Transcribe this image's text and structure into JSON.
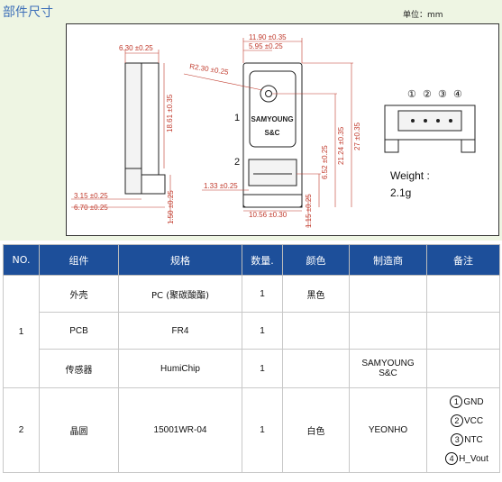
{
  "section_title": "部件尺寸",
  "unit_label": "单位：mm",
  "drawing": {
    "dims": {
      "d1": "6.30 ±0.25",
      "d2": "18.61 ±0.35",
      "d3": "3.15 ±0.25",
      "d4": "6.70 ±0.25",
      "d5": "1.50 ±0.25",
      "d6": "11.90 ±0.35",
      "d7": "5.95 ±0.25",
      "d8": "R2.30 ±0.25",
      "d9": "27 ±0.35",
      "d10": "21.24 ±0.35",
      "d11": "6.52 ±0.25",
      "d12": "1.33 ±0.25",
      "d13": "10.56 ±0.30",
      "d14": "1.15 ±0.25"
    },
    "callout_1": "1",
    "callout_2": "2",
    "logo_brand": "SAMYOUNG",
    "logo_sub": "S&C",
    "pin_labels": [
      "①",
      "②",
      "③",
      "④"
    ],
    "weight_label": "Weight :",
    "weight_value": "2.1g"
  },
  "table": {
    "headers": [
      "NO.",
      "组件",
      "规格",
      "数量.",
      "颜色",
      "制造商",
      "备注"
    ],
    "rows": [
      {
        "no": "1",
        "component": "外壳",
        "spec": "PC (聚碳酸酯)",
        "qty": "1",
        "color": "黑色",
        "maker": "",
        "remark": ""
      },
      {
        "no": "",
        "component": "PCB",
        "spec": "FR4",
        "qty": "1",
        "color": "",
        "maker": "",
        "remark": ""
      },
      {
        "no": "",
        "component": "传感器",
        "spec": "HumiChip",
        "qty": "1",
        "color": "",
        "maker_line1": "SAMYOUNG",
        "maker_line2": "S&C",
        "remark": ""
      },
      {
        "no": "2",
        "component": "晶圆",
        "spec": "15001WR-04",
        "qty": "1",
        "color": "白色",
        "maker": "YEONHO",
        "remarks": [
          {
            "num": "1",
            "text": "GND"
          },
          {
            "num": "2",
            "text": "VCC"
          },
          {
            "num": "3",
            "text": "NTC"
          },
          {
            "num": "4",
            "text": "H_Vout"
          }
        ]
      }
    ]
  }
}
